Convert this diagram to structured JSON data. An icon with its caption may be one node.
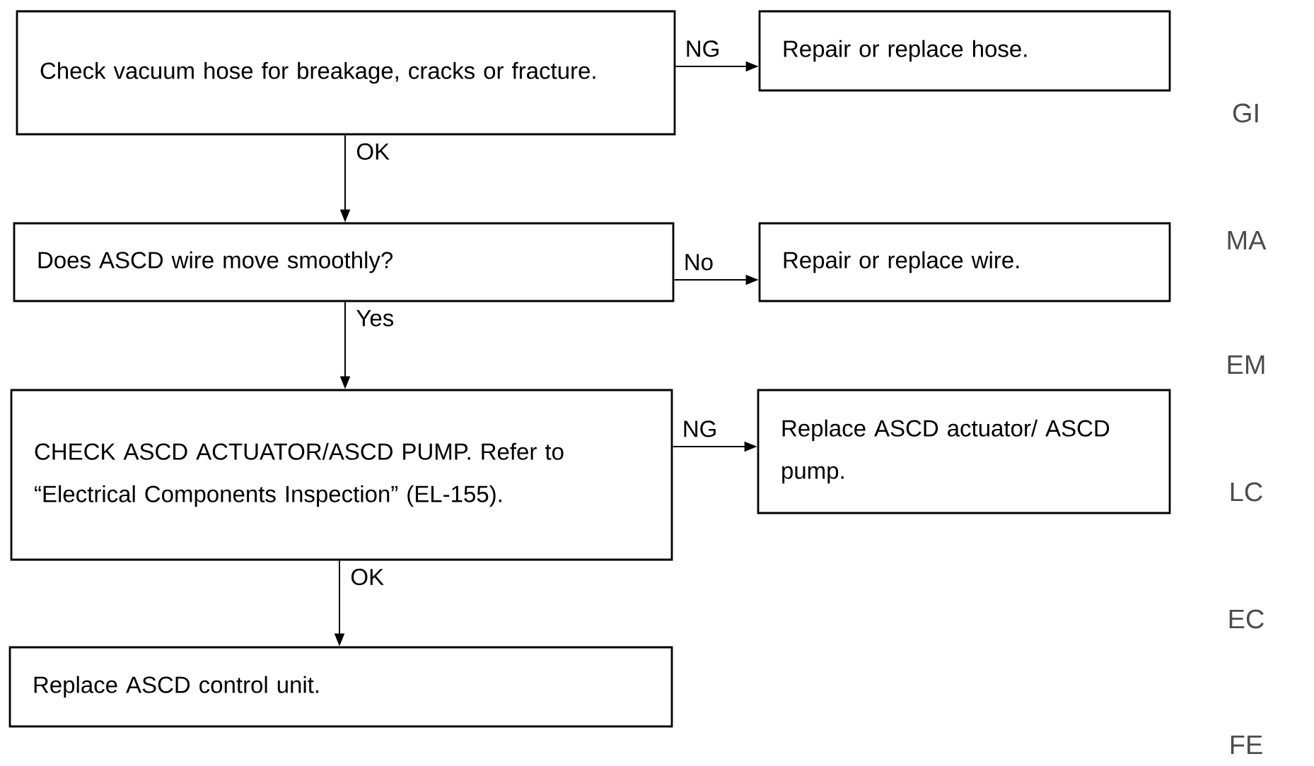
{
  "diagram": {
    "nodes": [
      {
        "text": [
          "Check vacuum hose for breakage, cracks or fracture."
        ]
      },
      {
        "text": [
          "Repair or replace hose."
        ]
      },
      {
        "text": [
          "Does ASCD wire move smoothly?"
        ]
      },
      {
        "text": [
          "Repair or replace wire."
        ]
      },
      {
        "text": [
          "CHECK ASCD ACTUATOR/ASCD PUMP. Refer to “Electrical Components Inspection” (EL-155)."
        ]
      },
      {
        "text": [
          "Replace ASCD actuator/ ASCD pump."
        ]
      },
      {
        "text": [
          "Replace ASCD control unit."
        ]
      }
    ],
    "edges": [
      {
        "from": 0,
        "to": 1,
        "arrow": "to",
        "label": "NG"
      },
      {
        "from": 0,
        "to": 2,
        "arrow": "to",
        "label": "OK"
      },
      {
        "from": 2,
        "to": 3,
        "arrow": "to",
        "label": "No"
      },
      {
        "from": 2,
        "to": 4,
        "arrow": "to",
        "label": "Yes"
      },
      {
        "from": 4,
        "to": 5,
        "arrow": "to",
        "label": "NG"
      },
      {
        "from": 4,
        "to": 6,
        "arrow": "to",
        "label": "OK"
      }
    ],
    "labels": [
      "GI",
      "MA",
      "EM",
      "LC",
      "EC",
      "FE"
    ]
  }
}
